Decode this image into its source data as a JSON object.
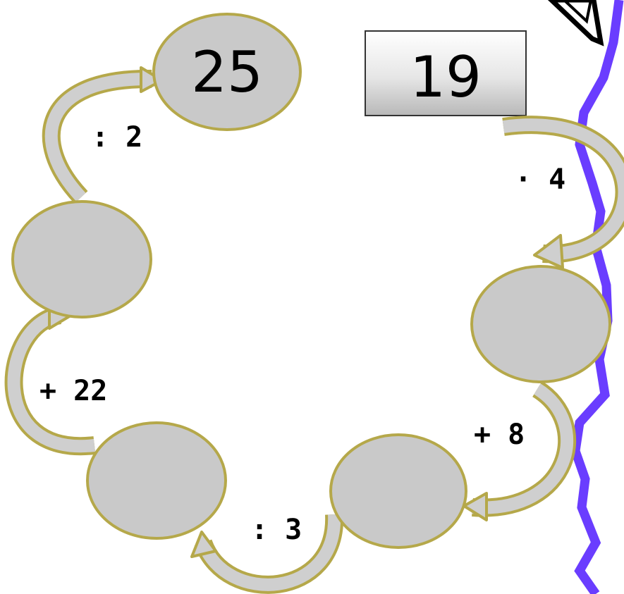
{
  "start_value": "19",
  "nodes": [
    {
      "id": "node-1",
      "value": ""
    },
    {
      "id": "node-2",
      "value": ""
    },
    {
      "id": "node-3",
      "value": ""
    },
    {
      "id": "node-4",
      "value": ""
    },
    {
      "id": "node-5",
      "value": "25"
    }
  ],
  "operations": [
    {
      "id": "op-1",
      "label": "· 4"
    },
    {
      "id": "op-2",
      "label": "+ 8"
    },
    {
      "id": "op-3",
      "label": ": 3"
    },
    {
      "id": "op-4",
      "label": "+ 22"
    },
    {
      "id": "op-5",
      "label": ": 2"
    }
  ],
  "colors": {
    "node_fill": "#c9c9c9",
    "node_stroke": "#b5a84a",
    "arrow_fill": "#cfcfcf",
    "arrow_stroke": "#b5a84a",
    "decoration": "#6a3dff"
  }
}
